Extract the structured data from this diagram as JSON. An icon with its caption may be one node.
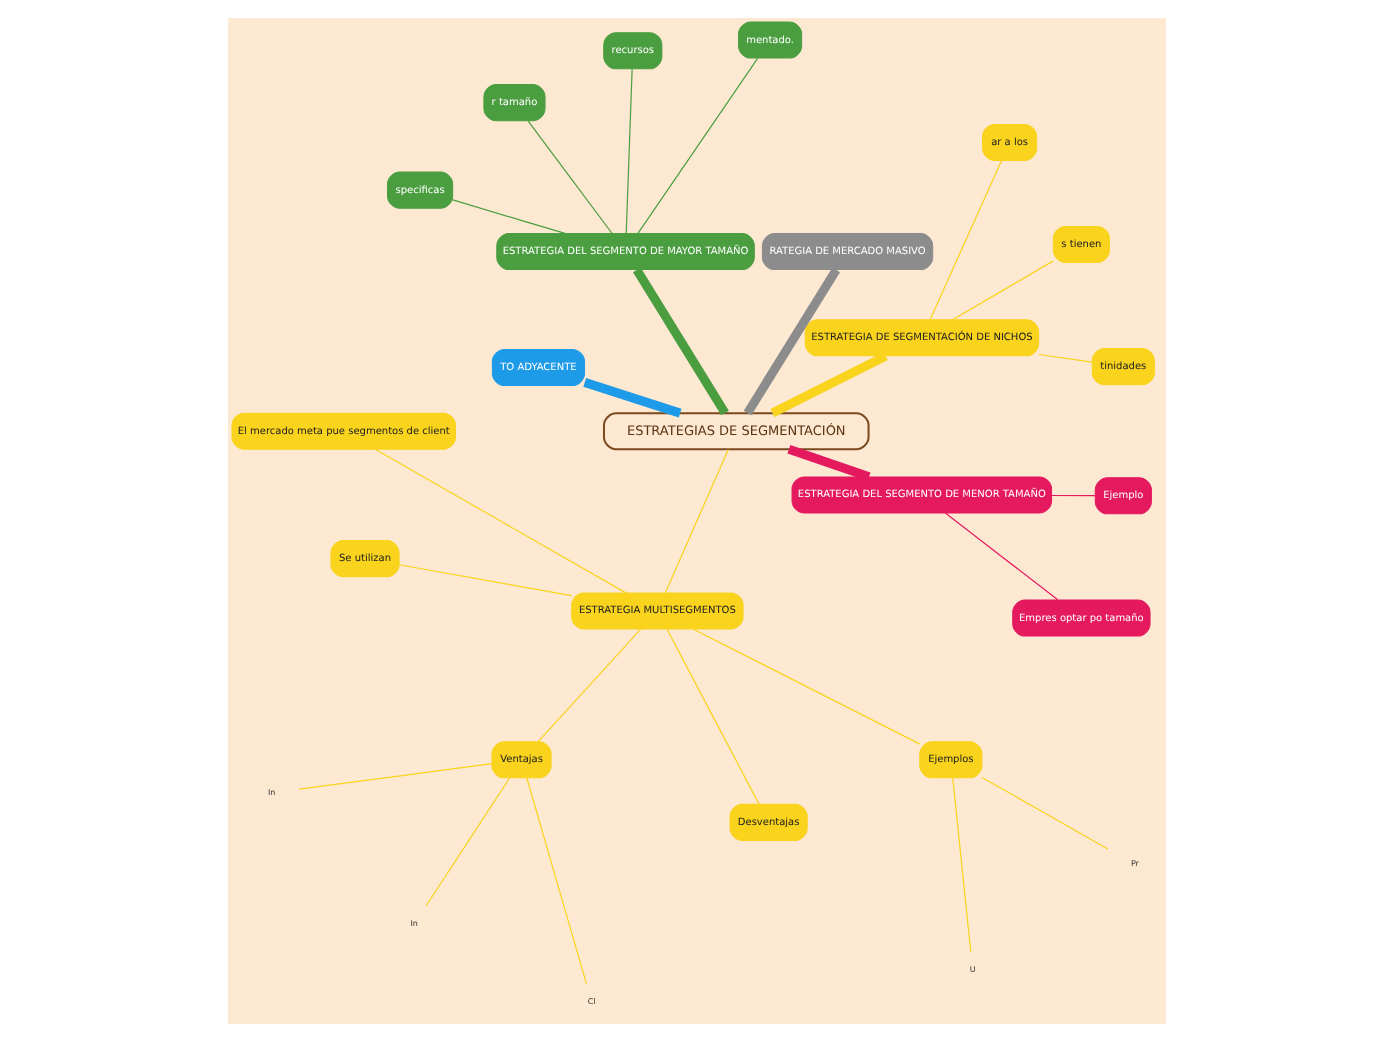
{
  "diagram": {
    "nodes": [
      {
        "text": [
          "ESTRATEGIAS DE SEGMENTACIÓN"
        ]
      },
      {
        "text": [
          "ESTRATEGIA DE SEGMENTACIÓN DE NICHOS"
        ]
      },
      {
        "text": [
          "tinidades"
        ]
      },
      {
        "text": [
          "s tienen"
        ]
      },
      {
        "text": [
          "ar a los"
        ]
      },
      {
        "text": [
          "RATEGIA DE MERCADO MASIVO"
        ]
      },
      {
        "text": [
          "ESTRATEGIA DEL SEGMENTO DE MAYOR TAMAÑO"
        ]
      },
      {
        "text": [
          "mentado."
        ]
      },
      {
        "text": [
          "recursos"
        ]
      },
      {
        "text": [
          "r tamaño"
        ]
      },
      {
        "text": [
          "specificas"
        ]
      },
      {
        "text": [
          "TO ADYACENTE"
        ]
      },
      {
        "text": [
          "ESTRATEGIA MULTISEGMENTOS"
        ]
      },
      {
        "text": [
          "El mercado meta pue segmentos de client"
        ]
      },
      {
        "text": [
          "Se utilizan"
        ]
      },
      {
        "text": [
          "Ventajas"
        ]
      },
      {
        "text": [
          "Desventajas"
        ]
      },
      {
        "text": [
          "Ejemplos"
        ]
      },
      {
        "text": [
          "ESTRATEGIA DEL SEGMENTO DE MENOR TAMAÑO"
        ]
      },
      {
        "text": [
          "Empres optar po tamaño"
        ]
      },
      {
        "text": [
          "Ejemplo"
        ]
      },
      {
        "text": [
          "In"
        ]
      },
      {
        "text": [
          "In"
        ]
      },
      {
        "text": [
          "Cl"
        ]
      },
      {
        "text": [
          "U"
        ]
      },
      {
        "text": [
          "Pr"
        ]
      }
    ],
    "edges": [
      {
        "from": 0,
        "to": 1,
        "arrow": "none",
        "style": "thick"
      },
      {
        "from": 1,
        "to": 2,
        "arrow": "none"
      },
      {
        "from": 1,
        "to": 3,
        "arrow": "none"
      },
      {
        "from": 1,
        "to": 4,
        "arrow": "none"
      },
      {
        "from": 0,
        "to": 5,
        "arrow": "none",
        "style": "thick",
        "color": "#8c8c8c"
      },
      {
        "from": 0,
        "to": 6,
        "arrow": "none",
        "style": "thick",
        "color": "#4a9e3f"
      },
      {
        "from": 6,
        "to": 7,
        "arrow": "none",
        "color": "#4a9e3f"
      },
      {
        "from": 6,
        "to": 8,
        "arrow": "none",
        "color": "#4a9e3f"
      },
      {
        "from": 6,
        "to": 9,
        "arrow": "none",
        "color": "#4a9e3f"
      },
      {
        "from": 6,
        "to": 10,
        "arrow": "none",
        "color": "#4a9e3f"
      },
      {
        "from": 0,
        "to": 11,
        "arrow": "none",
        "style": "thick",
        "color": "#1e9be8"
      },
      {
        "from": 0,
        "to": 12,
        "arrow": "none"
      },
      {
        "from": 12,
        "to": 13,
        "arrow": "none"
      },
      {
        "from": 12,
        "to": 14,
        "arrow": "none"
      },
      {
        "from": 12,
        "to": 15,
        "arrow": "none"
      },
      {
        "from": 12,
        "to": 16,
        "arrow": "none"
      },
      {
        "from": 12,
        "to": 17,
        "arrow": "none"
      },
      {
        "from": 0,
        "to": 18,
        "arrow": "none",
        "style": "thick",
        "color": "#e5195e"
      },
      {
        "from": 18,
        "to": 19,
        "arrow": "none",
        "color": "#e5195e"
      },
      {
        "from": 18,
        "to": 20,
        "arrow": "none",
        "color": "#e5195e"
      },
      {
        "from": 15,
        "to": 21,
        "arrow": "none"
      },
      {
        "from": 15,
        "to": 22,
        "arrow": "none"
      },
      {
        "from": 15,
        "to": 23,
        "arrow": "none"
      },
      {
        "from": 17,
        "to": 24,
        "arrow": "none"
      },
      {
        "from": 17,
        "to": 25,
        "arrow": "none"
      }
    ]
  }
}
